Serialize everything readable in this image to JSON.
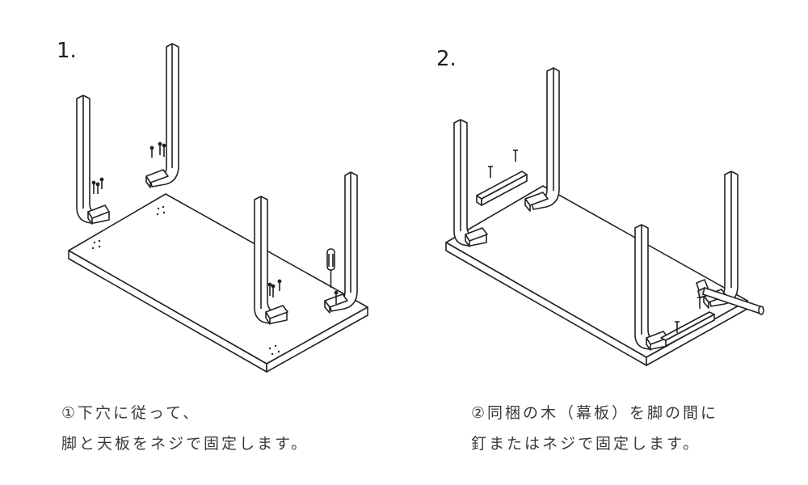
{
  "steps": [
    {
      "number": "1.",
      "caption_lines": [
        "①下穴に従って、",
        "脚と天板をネジで固定します。"
      ],
      "tools": [
        "screw-icon",
        "screwdriver-icon"
      ]
    },
    {
      "number": "2.",
      "caption_lines": [
        "②同梱の木（幕板）を脚の間に",
        "釘またはネジで固定します。"
      ],
      "tools": [
        "nail-icon",
        "hammer-icon"
      ]
    }
  ],
  "colors": {
    "line": "#222222",
    "text": "#3a3a3a",
    "background": "#ffffff"
  }
}
